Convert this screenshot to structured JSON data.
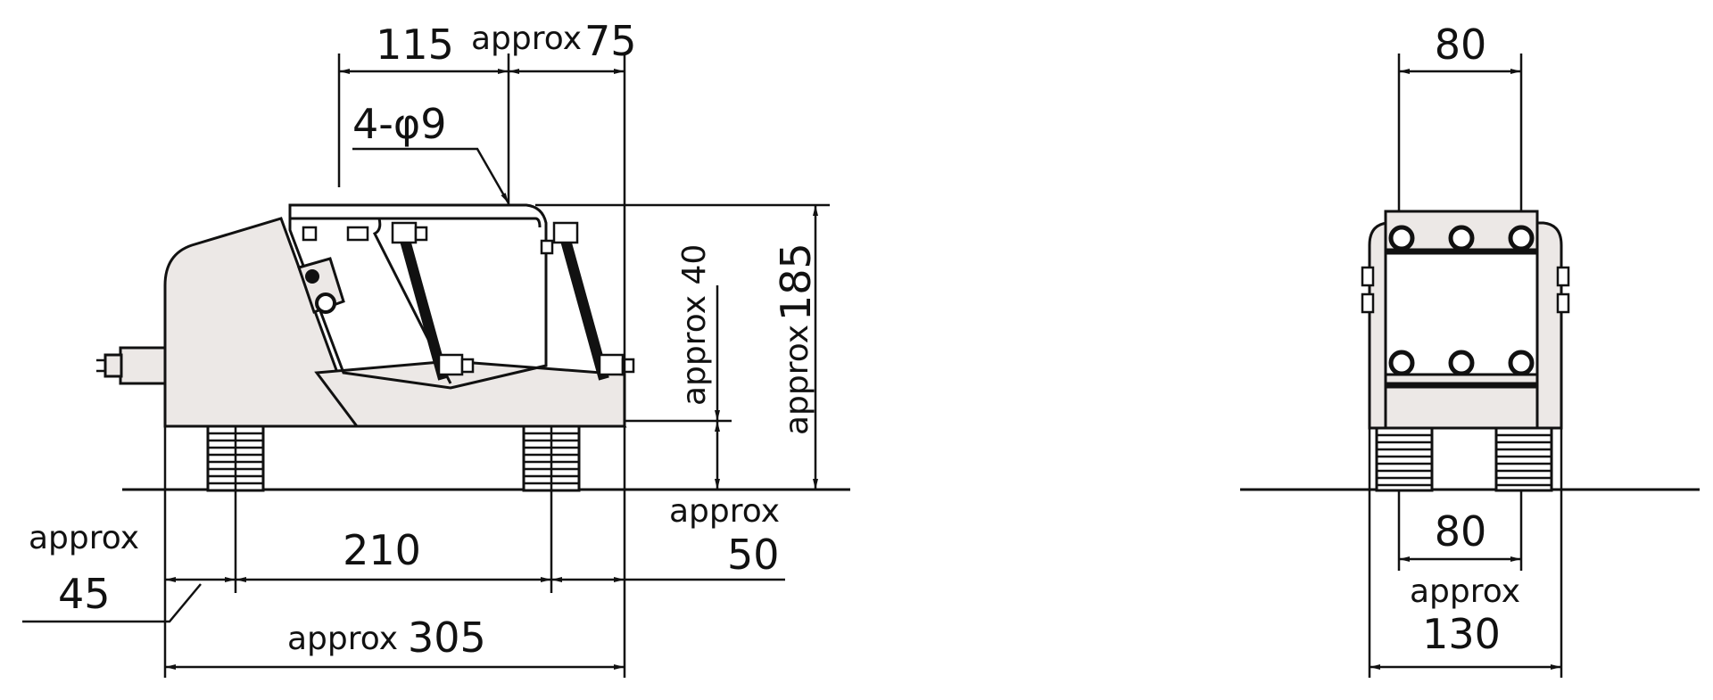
{
  "side_view": {
    "dim_115": "115",
    "dim_75_prefix": "approx",
    "dim_75": "75",
    "hole_label": "4-φ9",
    "dim_40": "approx 40",
    "dim_185_prefix": "approx",
    "dim_185": "185",
    "dim_50_prefix": "approx",
    "dim_50": "50",
    "dim_45_prefix": "approx",
    "dim_45": "45",
    "dim_210": "210",
    "dim_305_prefix": "approx",
    "dim_305": "305"
  },
  "front_view": {
    "dim_top_80": "80",
    "dim_bottom_80": "80",
    "dim_130_prefix": "approx",
    "dim_130": "130"
  },
  "colors": {
    "body_fill": "#ece8e6",
    "line": "#111111"
  }
}
